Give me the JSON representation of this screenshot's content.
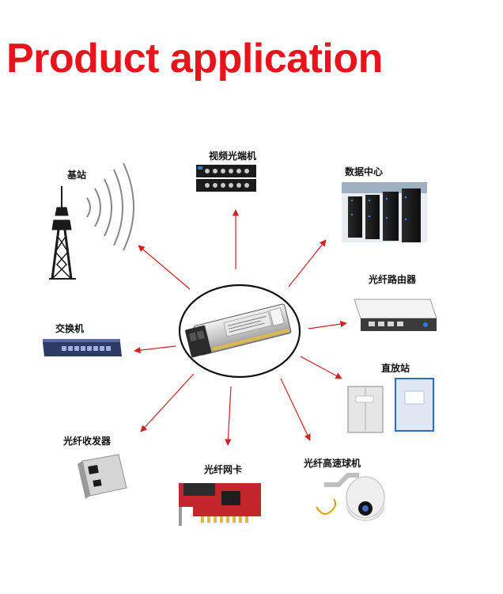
{
  "title": "Product application",
  "colors": {
    "title": "#e8141b",
    "arrow": "#d42020"
  },
  "hub": {
    "name": "sfp-transceiver",
    "icon": "sfp-module-icon"
  },
  "nodes": [
    {
      "key": "base_station",
      "label": "基站",
      "icon": "radio-tower-icon"
    },
    {
      "key": "video_optical",
      "label": "视频光端机",
      "icon": "video-optical-transceiver-icon"
    },
    {
      "key": "data_center",
      "label": "数据中心",
      "icon": "server-racks-icon"
    },
    {
      "key": "fiber_router",
      "label": "光纤路由器",
      "icon": "router-icon"
    },
    {
      "key": "repeater",
      "label": "直放站",
      "icon": "repeater-cabinet-icon"
    },
    {
      "key": "speed_dome",
      "label": "光纤高速球机",
      "icon": "dome-camera-icon"
    },
    {
      "key": "fiber_nic",
      "label": "光纤网卡",
      "icon": "network-card-icon"
    },
    {
      "key": "media_converter",
      "label": "光纤收发器",
      "icon": "media-converter-icon"
    },
    {
      "key": "switch",
      "label": "交换机",
      "icon": "network-switch-icon"
    }
  ]
}
